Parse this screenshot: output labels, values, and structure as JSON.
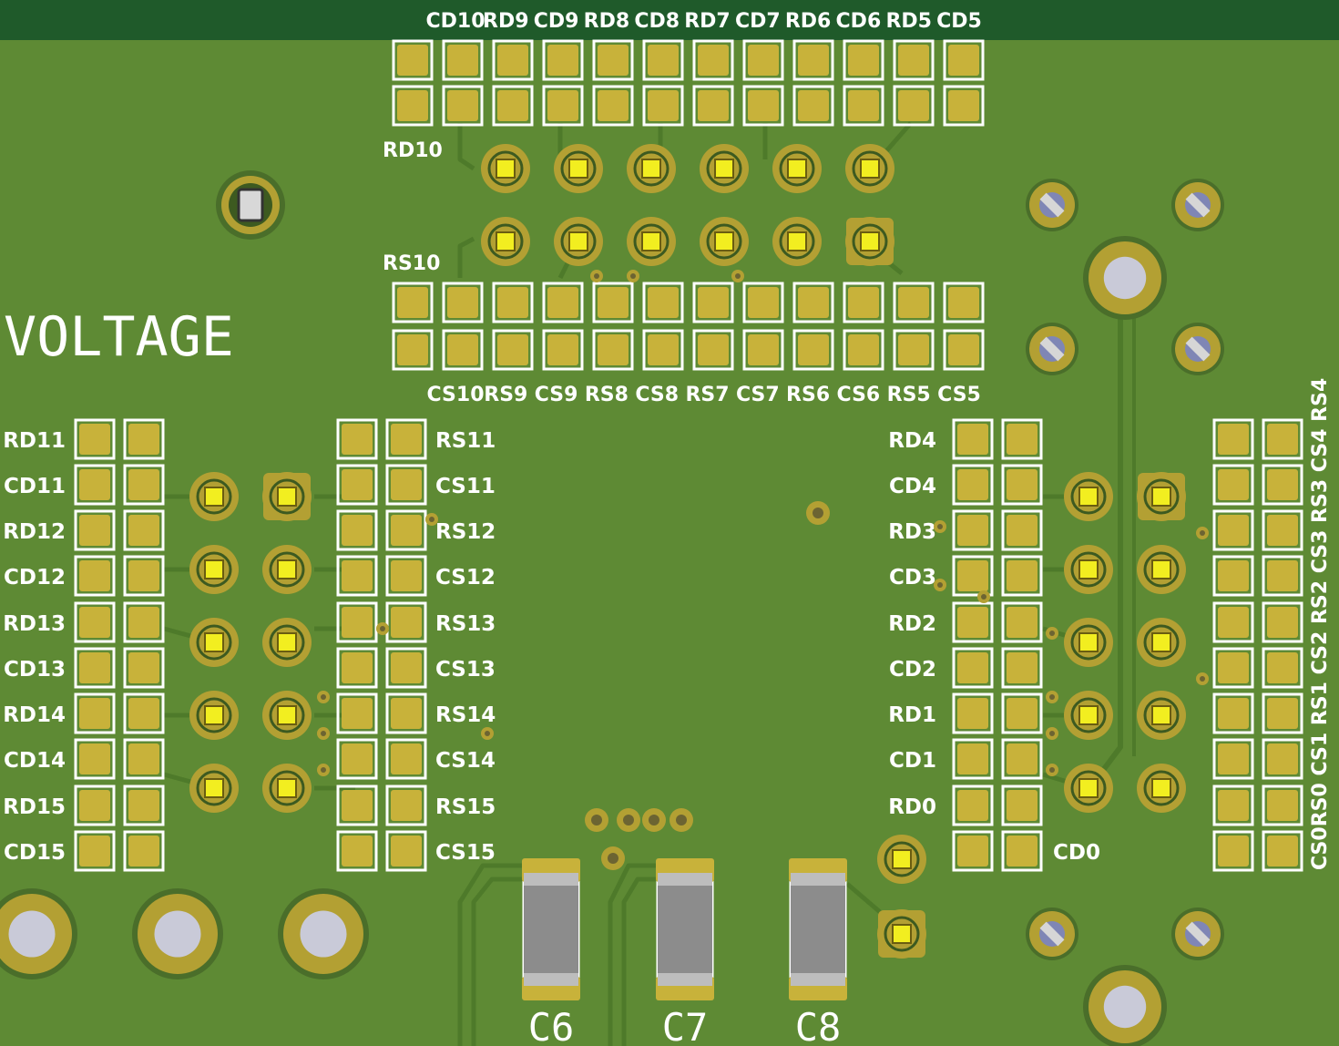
{
  "board": {
    "colors": {
      "substrate": "#5e8a34",
      "edge_band": "#1f5a2a",
      "copper_trace": "#4e7a2a",
      "pad_gold": "#c8b23a",
      "pad_ring": "#b3a033",
      "silk": "#ffffff",
      "lead_yellow": "#f2ee20",
      "body_grey": "#8c8c8c",
      "mount_hole": "#c9cad8"
    },
    "title_text": "VOLTAGE"
  },
  "labels": {
    "top_header": [
      "CD10",
      "RD9",
      "CD9",
      "RD8",
      "CD8",
      "RD7",
      "CD7",
      "RD6",
      "CD6",
      "RD5",
      "CD5"
    ],
    "top_left_upper": "RD10",
    "top_left_lower": "RS10",
    "bottom_header": [
      "CS10",
      "RS9",
      "CS9",
      "RS8",
      "CS8",
      "RS7",
      "CS7",
      "RS6",
      "CS6",
      "RS5",
      "CS5"
    ],
    "left_column": [
      "RD11",
      "CD11",
      "RD12",
      "CD12",
      "RD13",
      "CD13",
      "RD14",
      "CD14",
      "RD15",
      "CD15"
    ],
    "mid_left_column": [
      "RS11",
      "CS11",
      "RS12",
      "CS12",
      "RS13",
      "CS13",
      "RS14",
      "CS14",
      "RS15",
      "CS15"
    ],
    "mid_right_column": [
      "RD4",
      "CD4",
      "RD3",
      "CD3",
      "RD2",
      "CD2",
      "RD1",
      "CD1",
      "RD0"
    ],
    "cd0": "CD0",
    "right_vertical": "CS0RS0 CS1 RS1 CS2 RS2 CS3 RS3 CS4 RS4",
    "capacitors": [
      "C6",
      "C7",
      "C8"
    ]
  }
}
